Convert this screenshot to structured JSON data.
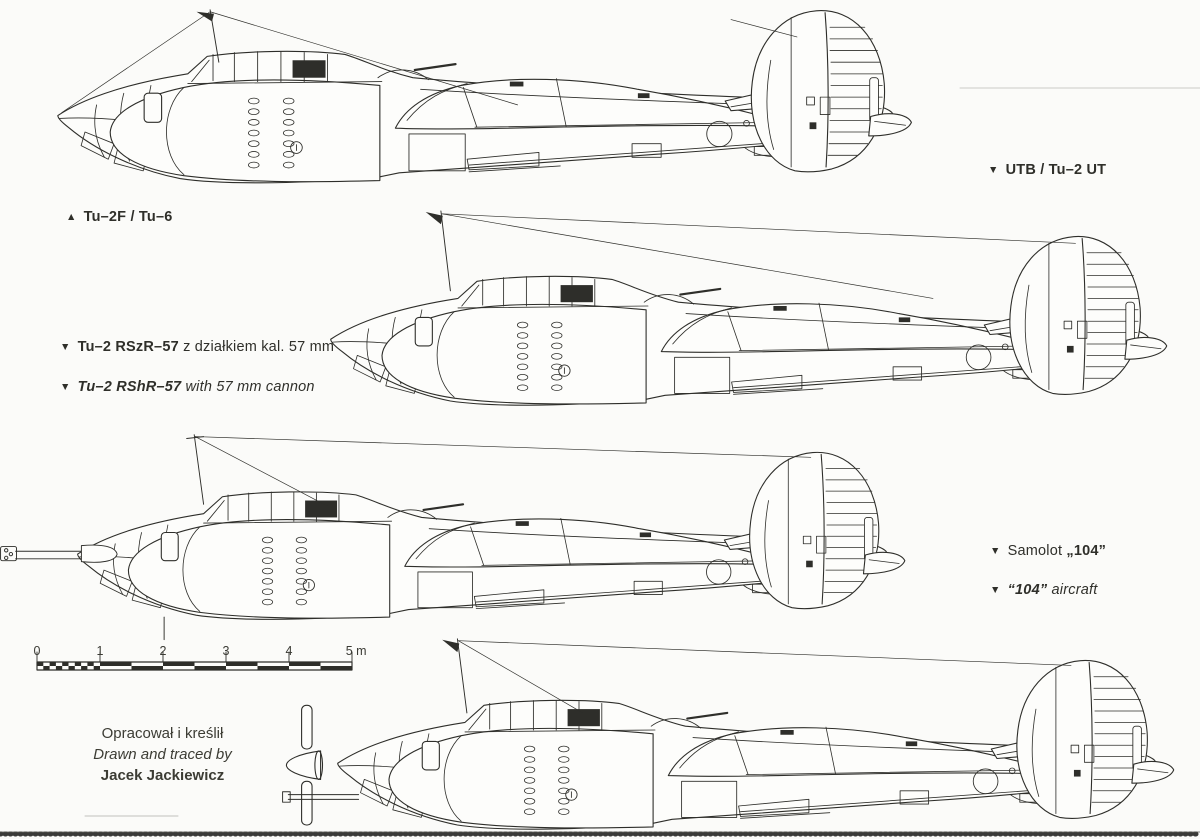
{
  "page": {
    "bg": "#fbfbf9",
    "ink": "#2e2e2a",
    "text_color": "#35352e"
  },
  "captions": {
    "plane1": {
      "marker": "▲",
      "name": "Tu–2F / Tu–6"
    },
    "plane2": {
      "marker": "▼",
      "name": "UTB / Tu–2 UT"
    },
    "plane3_pl": {
      "marker": "▼",
      "name": "Tu–2 RSzR–57",
      "desc": " z działkiem kal. 57 mm"
    },
    "plane3_en": {
      "marker": "▼",
      "name": "Tu–2 RShR–57",
      "desc": " with 57 mm cannon"
    },
    "plane4_pl": {
      "marker": "▼",
      "prefix": "Samolot ",
      "name": "„104”"
    },
    "plane4_en": {
      "marker": "▼",
      "name": "“104”",
      "desc": " aircraft"
    }
  },
  "scale_bar": {
    "unit_labels": [
      "0",
      "1",
      "2",
      "3",
      "4",
      "5 m"
    ]
  },
  "credits": {
    "pl": "Opracował i kreślił",
    "en": "Drawn and traced by",
    "author": "Jacek Jackiewicz"
  }
}
